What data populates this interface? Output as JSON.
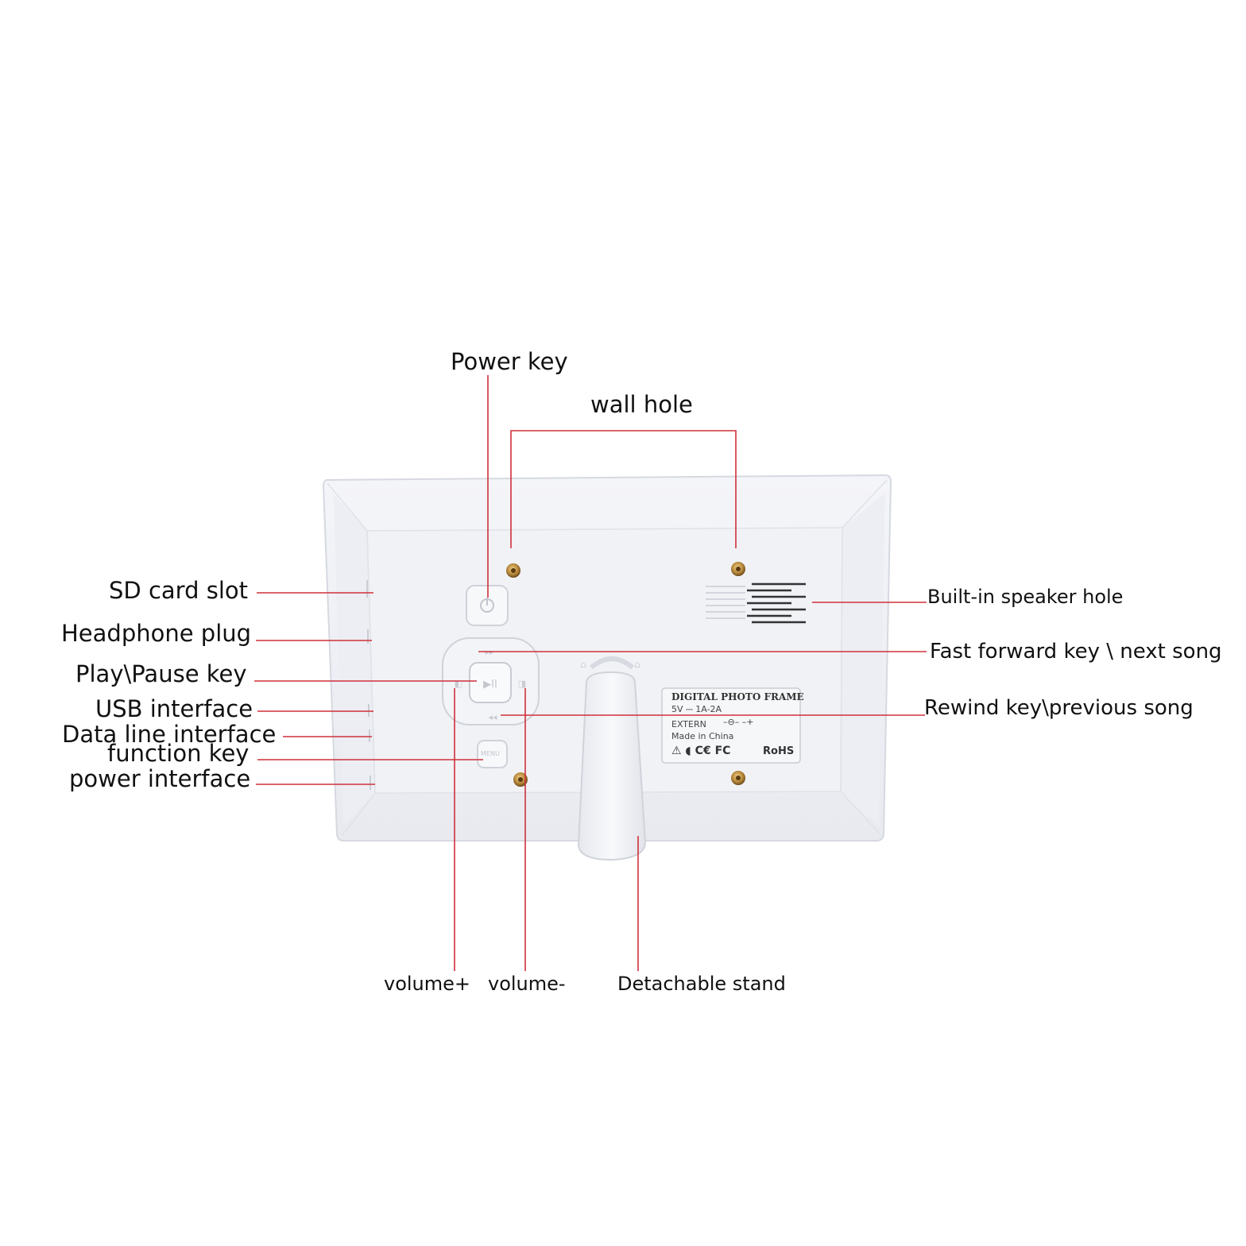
{
  "labels": {
    "power_key": "Power key",
    "wall_hole": "wall hole",
    "sd_card_slot": "SD card slot",
    "headphone_plug": "Headphone plug",
    "play_pause_key": "Play\\Pause key",
    "usb_interface": "USB interface",
    "data_line_interface": "Data line interface",
    "function_key": "function key",
    "power_interface": "power interface",
    "speaker_hole": "Built-in speaker hole",
    "fast_forward": "Fast forward key \\ next song",
    "rewind": "Rewind key\\previous song",
    "volume_up": "volume+",
    "volume_down": "volume-",
    "stand": "Detachable stand"
  },
  "device_label": {
    "title": "DIGITAL PHOTO FRAME",
    "rating": "5V ⎓ 1A-2A",
    "extern": "EXTERN",
    "polarity": "–⊖– –+",
    "origin": "Made in China",
    "marks": "⚠ ◖ C€ FC",
    "rohs": "RoHS"
  },
  "buttons": {
    "menu": "MENU"
  },
  "colors": {
    "leader_line": "#d0303a",
    "frame_body": "#eef0f5",
    "frame_edge": "#d8dbe3"
  }
}
